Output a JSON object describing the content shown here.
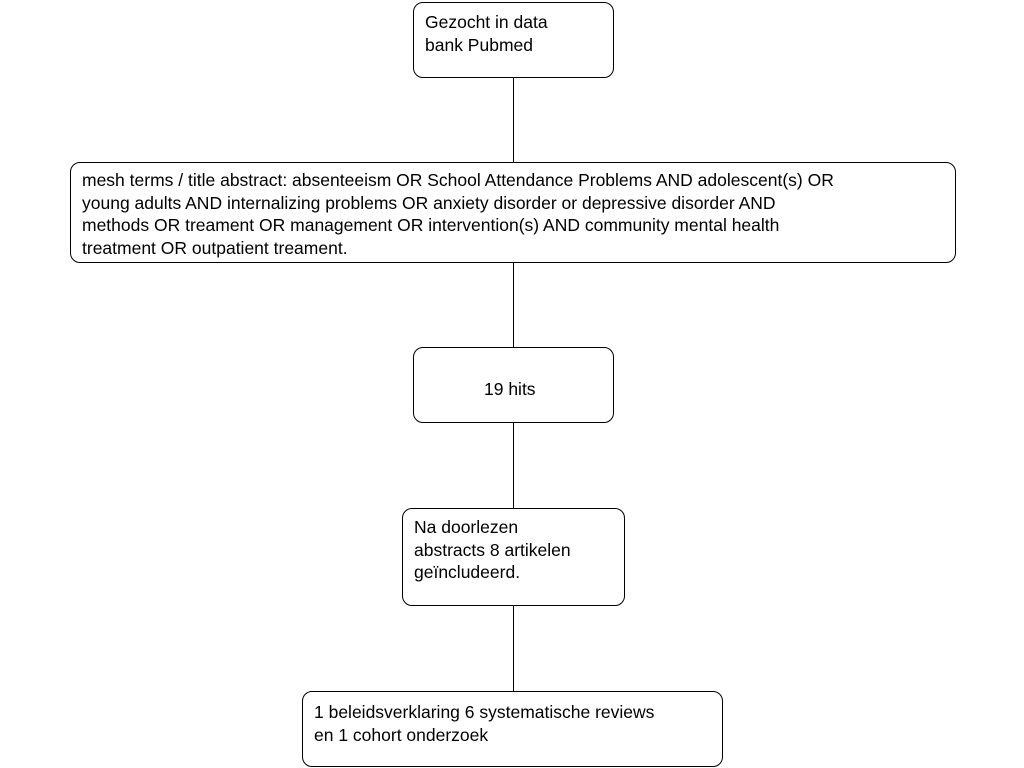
{
  "flowchart": {
    "start": {
      "lines": [
        "Gezocht in data",
        "bank Pubmed"
      ]
    },
    "search": {
      "lines": [
        "mesh terms / title abstract: absenteeism OR School Attendance Problems AND adolescent(s) OR",
        "young adults AND internalizing problems OR anxiety disorder or depressive disorder AND",
        "methods OR treament OR management OR intervention(s) AND community mental health",
        "treatment OR outpatient treament."
      ]
    },
    "hits": {
      "text": "19 hits"
    },
    "included": {
      "lines": [
        "Na doorlezen",
        "abstracts 8 artikelen",
        "geïncludeerd."
      ]
    },
    "result": {
      "lines": [
        "1 beleidsverklaring 6 systematische reviews",
        "en 1 cohort onderzoek"
      ]
    }
  }
}
